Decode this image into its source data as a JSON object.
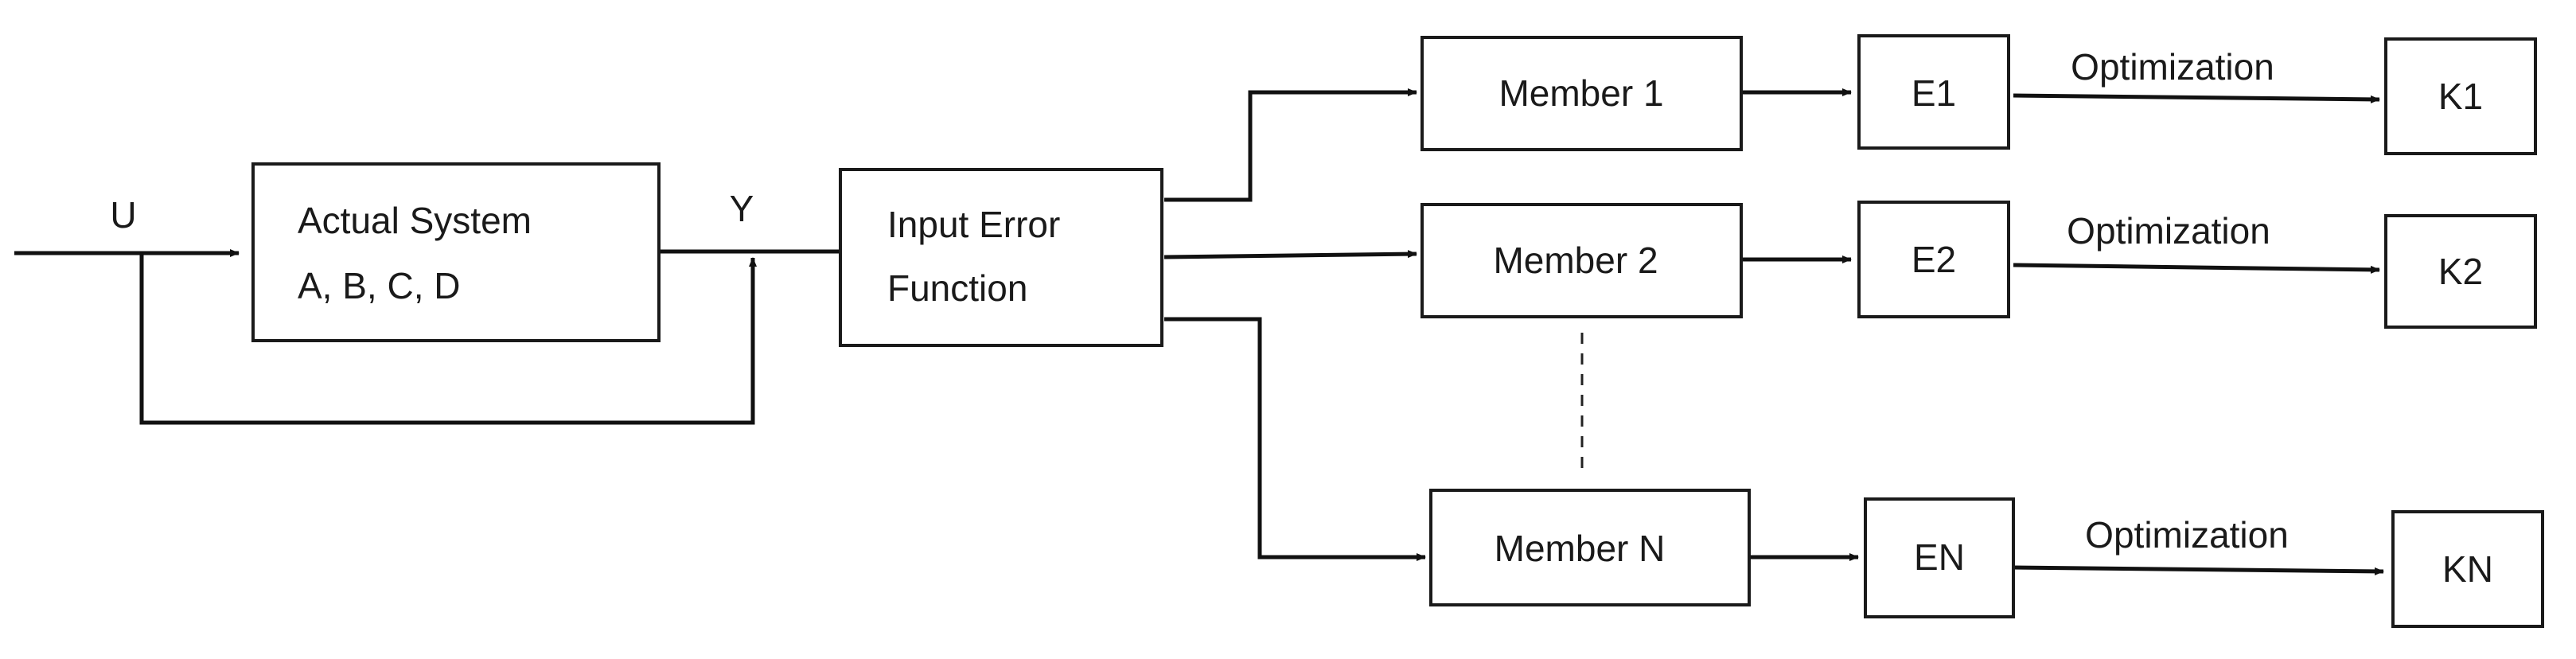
{
  "signals": {
    "input": "U",
    "output": "Y"
  },
  "actual_system": {
    "line1": "Actual System",
    "line2": "A, B, C, D"
  },
  "input_error_function": {
    "line1": "Input Error",
    "line2": "Function"
  },
  "branches": [
    {
      "member": "Member 1",
      "error": "E1",
      "step": "Optimization",
      "gain": "K1"
    },
    {
      "member": "Member 2",
      "error": "E2",
      "step": "Optimization",
      "gain": "K2"
    },
    {
      "member": "Member N",
      "error": "EN",
      "step": "Optimization",
      "gain": "KN"
    }
  ]
}
